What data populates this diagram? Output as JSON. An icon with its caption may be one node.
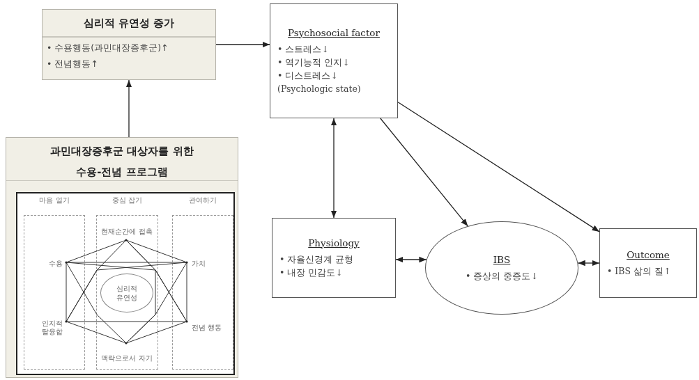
{
  "diagram": {
    "nodes": [
      {
        "text": [
          "심리적 유연성 증가",
          "• 수용행동(과민대장증후군)↑",
          "• 전념행동↑"
        ]
      },
      {
        "text": [
          "과민대장증후군 대상자를 위한 수용-전념 프로그램"
        ]
      },
      {
        "text": [
          "마음 열기"
        ],
        "in": 1
      },
      {
        "text": [
          "중심 잡기"
        ],
        "in": 1
      },
      {
        "text": [
          "관여하기"
        ],
        "in": 1
      },
      {
        "text": [
          "수용"
        ],
        "in": 2
      },
      {
        "text": [
          "인지적 탈융합"
        ],
        "in": 2
      },
      {
        "text": [
          "현재순간에 접촉"
        ],
        "in": 3
      },
      {
        "text": [
          "심리적 유연성"
        ],
        "in": 3
      },
      {
        "text": [
          "맥락으로서 자기"
        ],
        "in": 3
      },
      {
        "text": [
          "가치"
        ],
        "in": 4
      },
      {
        "text": [
          "전념 행동"
        ],
        "in": 4
      },
      {
        "text": [
          "Psychosocial factor",
          "• 스트레스↓",
          "• 역기능적 인지↓",
          "• 디스트레스↓ (Psychologic state)"
        ]
      },
      {
        "text": [
          "Physiology",
          "• 자율신경계 균형",
          "• 내장 민감도↓"
        ]
      },
      {
        "text": [
          "IBS",
          "• 증상의 중증도↓"
        ]
      },
      {
        "text": [
          "Outcome",
          "• IBS 삶의 질↑"
        ]
      }
    ],
    "edges": [
      {
        "from": 1,
        "to": 0,
        "arrow": "to"
      },
      {
        "from": 0,
        "to": 12,
        "arrow": "to"
      },
      {
        "from": 12,
        "to": 13,
        "arrow": "both"
      },
      {
        "from": 12,
        "to": 14,
        "arrow": "to"
      },
      {
        "from": 12,
        "to": 15,
        "arrow": "to"
      },
      {
        "from": 13,
        "to": 14,
        "arrow": "both"
      },
      {
        "from": 14,
        "to": 15,
        "arrow": "both"
      },
      {
        "from": 5,
        "to": 7,
        "arrow": "none"
      },
      {
        "from": 5,
        "to": 10,
        "arrow": "none"
      },
      {
        "from": 5,
        "to": 11,
        "arrow": "none"
      },
      {
        "from": 5,
        "to": 6,
        "arrow": "none"
      },
      {
        "from": 5,
        "to": 9,
        "arrow": "none"
      },
      {
        "from": 7,
        "to": 10,
        "arrow": "none"
      },
      {
        "from": 7,
        "to": 11,
        "arrow": "none"
      },
      {
        "from": 7,
        "to": 6,
        "arrow": "none"
      },
      {
        "from": 7,
        "to": 9,
        "arrow": "none"
      },
      {
        "from": 10,
        "to": 11,
        "arrow": "none"
      },
      {
        "from": 10,
        "to": 6,
        "arrow": "none"
      },
      {
        "from": 10,
        "to": 9,
        "arrow": "none"
      },
      {
        "from": 11,
        "to": 6,
        "arrow": "none"
      },
      {
        "from": 11,
        "to": 9,
        "arrow": "none"
      },
      {
        "from": 6,
        "to": 9,
        "arrow": "none"
      }
    ]
  }
}
